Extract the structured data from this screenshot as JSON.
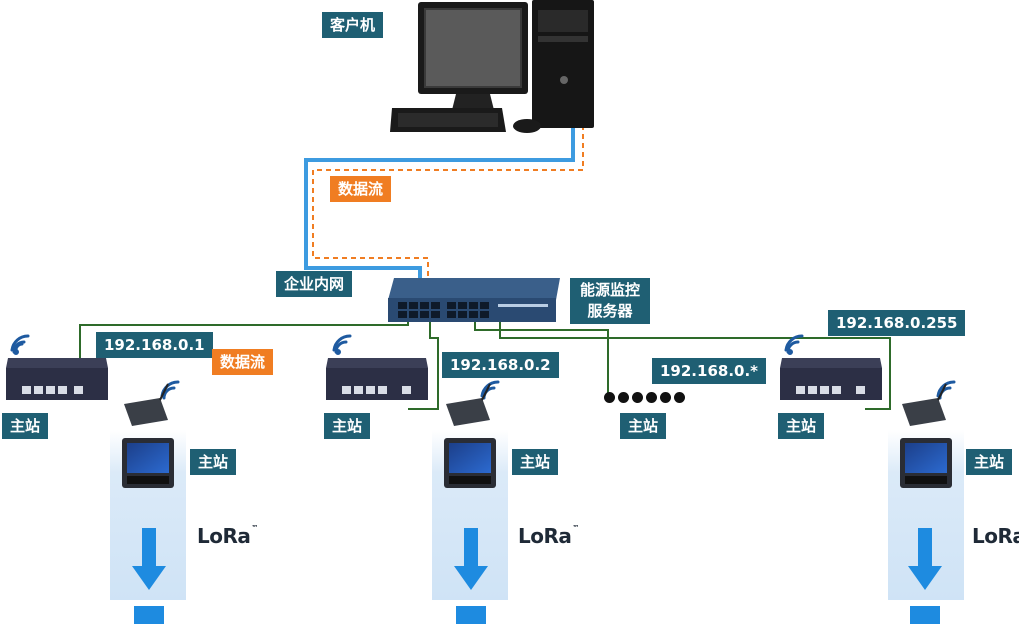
{
  "client": {
    "label": "客户机"
  },
  "data_flow": {
    "label": "数据流"
  },
  "intranet": {
    "label": "企业内网"
  },
  "server": {
    "line1": "能源监控",
    "line2": "服务器"
  },
  "ips": {
    "ip1": "192.168.0.1",
    "ip2": "192.168.0.2",
    "ip3": "192.168.0.*",
    "ip4": "192.168.0.255"
  },
  "station_label": "主站",
  "lora": {
    "text": "LoRa",
    "mark": "™"
  },
  "colors": {
    "label_bg": "#1f5f73",
    "orange": "#f07d22",
    "blue_line": "#3d9be0",
    "green_line": "#2e6b2a",
    "arrow_blue": "#1e8be0",
    "beam": "#d8e9f8"
  },
  "icons": [
    "computer-icon",
    "switch-icon",
    "wifi-icon",
    "meter-icon",
    "arrow-down-icon"
  ]
}
